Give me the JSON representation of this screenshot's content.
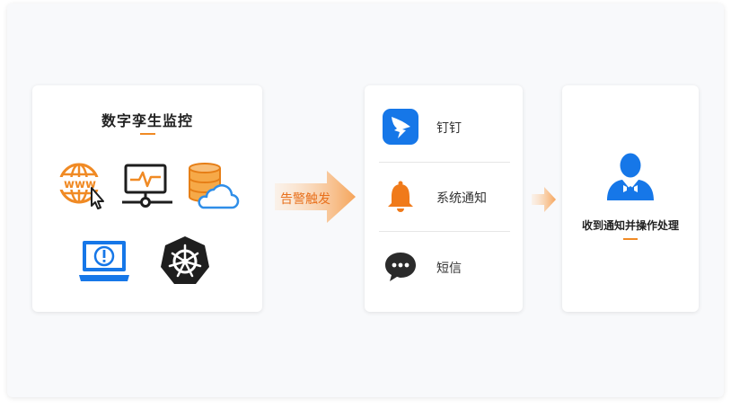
{
  "left_card": {
    "title": "数字孪生监控",
    "icons": [
      "www-cursor-icon",
      "monitor-heartbeat-icon",
      "database-cloud-icon",
      "laptop-alert-icon",
      "kubernetes-icon"
    ],
    "www_text": "www"
  },
  "trigger": {
    "label": "告警触发"
  },
  "channels": [
    {
      "label": "钉钉",
      "icon": "dingtalk-icon"
    },
    {
      "label": "系统通知",
      "icon": "bell-icon"
    },
    {
      "label": "短信",
      "icon": "chat-bubble-icon"
    }
  ],
  "result": {
    "label": "收到通知并操作处理",
    "icon": "user-operator-icon"
  },
  "colors": {
    "accent": "#f08a24",
    "blue": "#1677e8",
    "dark": "#1e1e1e",
    "gray_icon": "#2b2b2b"
  }
}
